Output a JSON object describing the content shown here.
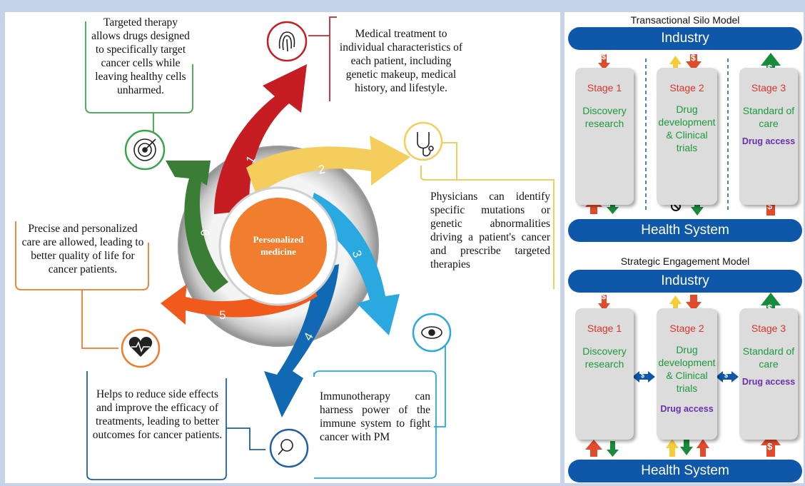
{
  "left": {
    "center_label": "Personalized medicine",
    "numbers": [
      "1",
      "2",
      "3",
      "4",
      "5",
      "6"
    ],
    "boxes": {
      "targeted": "Targeted therapy allows drugs  designed to specifically target cancer cells while leaving healthy cells unharmed.",
      "medical": "Medical treatment to individual characteristics of each patient, including genetic makeup, medical history, and lifestyle.",
      "physicians": "Physicians can identify specific mutations or genetic abnormalities driving a patient's cancer and prescribe targeted therapies",
      "immunotherapy": "Immunotherapy can harness power of the immune system to fight cancer with PM",
      "side_effects": "Helps to reduce side effects and improve the efficacy of treatments, leading to better outcomes for cancer patients.",
      "precise": "Precise and personalized care are allowed,  leading to better  quality of life for cancer patients."
    },
    "icons": [
      "fingerprint-icon",
      "stethoscope-icon",
      "eye-scan-icon",
      "magnifier-icon",
      "heart-pulse-icon",
      "target-icon"
    ],
    "colors": {
      "red": "#c61d23",
      "yellow": "#f5cd5c",
      "lightblue": "#29a9e0",
      "blue": "#1169b4",
      "orange": "#f05a1c",
      "green": "#3a7d34"
    }
  },
  "right": {
    "silo": {
      "title": "Transactional Silo Model",
      "top_bar": "Industry",
      "bottom_bar": "Health System",
      "stages": [
        {
          "title": "Stage 1",
          "desc": [
            "Discovery",
            "research"
          ]
        },
        {
          "title": "Stage 2",
          "desc": [
            "Drug",
            "development",
            "& Clinical",
            "trials"
          ]
        },
        {
          "title": "Stage 3",
          "desc": [
            "Standard of",
            "care"
          ],
          "access": "Drug access"
        }
      ]
    },
    "strategic": {
      "title": "Strategic Engagement Model",
      "top_bar": "Industry",
      "bottom_bar": "Health System",
      "stages": [
        {
          "title": "Stage 1",
          "desc": [
            "Discovery",
            "research"
          ]
        },
        {
          "title": "Stage 2",
          "desc": [
            "Drug",
            "development",
            "& Clinical",
            "trials"
          ],
          "access": "Drug access"
        },
        {
          "title": "Stage 3",
          "desc": [
            "Standard of",
            "care"
          ],
          "access": "Drug access"
        }
      ]
    },
    "currency_symbol": "$",
    "colors": {
      "bar": "#0f57a8",
      "red": "#e24a2c",
      "green": "#1a8a3c",
      "yellow": "#f5cd3a"
    }
  }
}
